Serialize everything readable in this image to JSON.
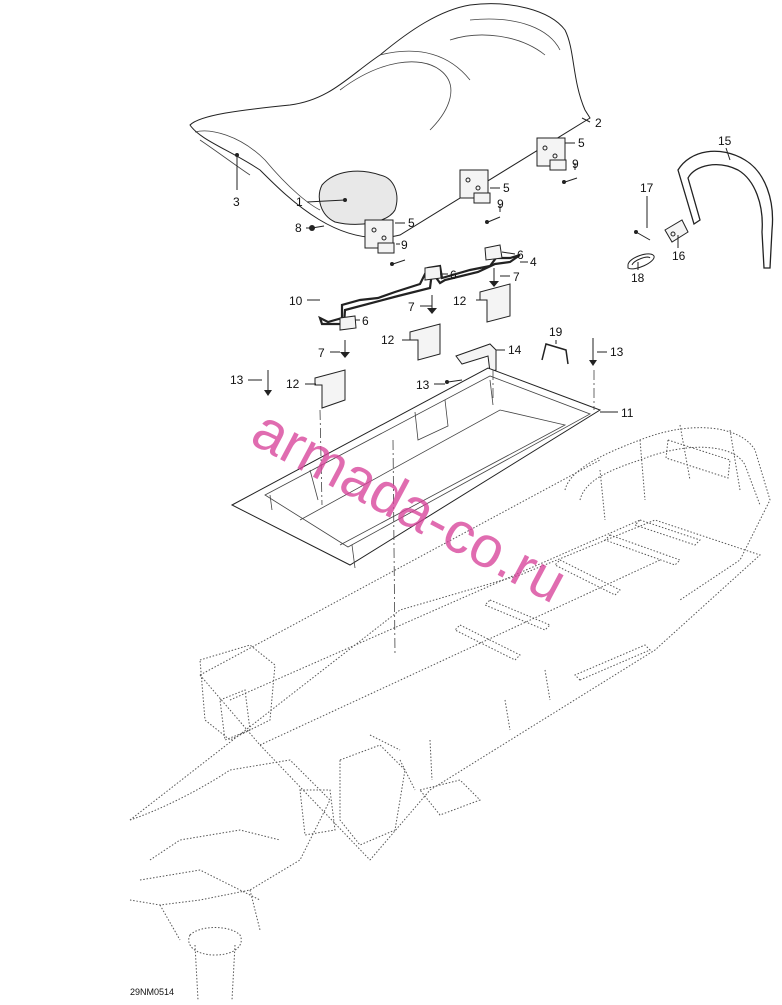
{
  "diagram": {
    "callouts": [
      {
        "id": "c1",
        "text": "1"
      },
      {
        "id": "c2",
        "text": "2"
      },
      {
        "id": "c3",
        "text": "3"
      },
      {
        "id": "c4",
        "text": "4"
      },
      {
        "id": "c5a",
        "text": "5"
      },
      {
        "id": "c5b",
        "text": "5"
      },
      {
        "id": "c5c",
        "text": "5"
      },
      {
        "id": "c6a",
        "text": "6"
      },
      {
        "id": "c6b",
        "text": "6"
      },
      {
        "id": "c6c",
        "text": "6"
      },
      {
        "id": "c7a",
        "text": "7"
      },
      {
        "id": "c7b",
        "text": "7"
      },
      {
        "id": "c7c",
        "text": "7"
      },
      {
        "id": "c8",
        "text": "8"
      },
      {
        "id": "c9a",
        "text": "9"
      },
      {
        "id": "c9b",
        "text": "9"
      },
      {
        "id": "c9c",
        "text": "9"
      },
      {
        "id": "c10",
        "text": "10"
      },
      {
        "id": "c11",
        "text": "11"
      },
      {
        "id": "c12a",
        "text": "12"
      },
      {
        "id": "c12b",
        "text": "12"
      },
      {
        "id": "c12c",
        "text": "12"
      },
      {
        "id": "c13a",
        "text": "13"
      },
      {
        "id": "c13b",
        "text": "13"
      },
      {
        "id": "c13c",
        "text": "13"
      },
      {
        "id": "c14",
        "text": "14"
      },
      {
        "id": "c15",
        "text": "15"
      },
      {
        "id": "c16",
        "text": "16"
      },
      {
        "id": "c17",
        "text": "17"
      },
      {
        "id": "c18",
        "text": "18"
      },
      {
        "id": "c19",
        "text": "19"
      }
    ],
    "drawing_code": "29NM0514",
    "watermark": "armada-co.ru"
  }
}
